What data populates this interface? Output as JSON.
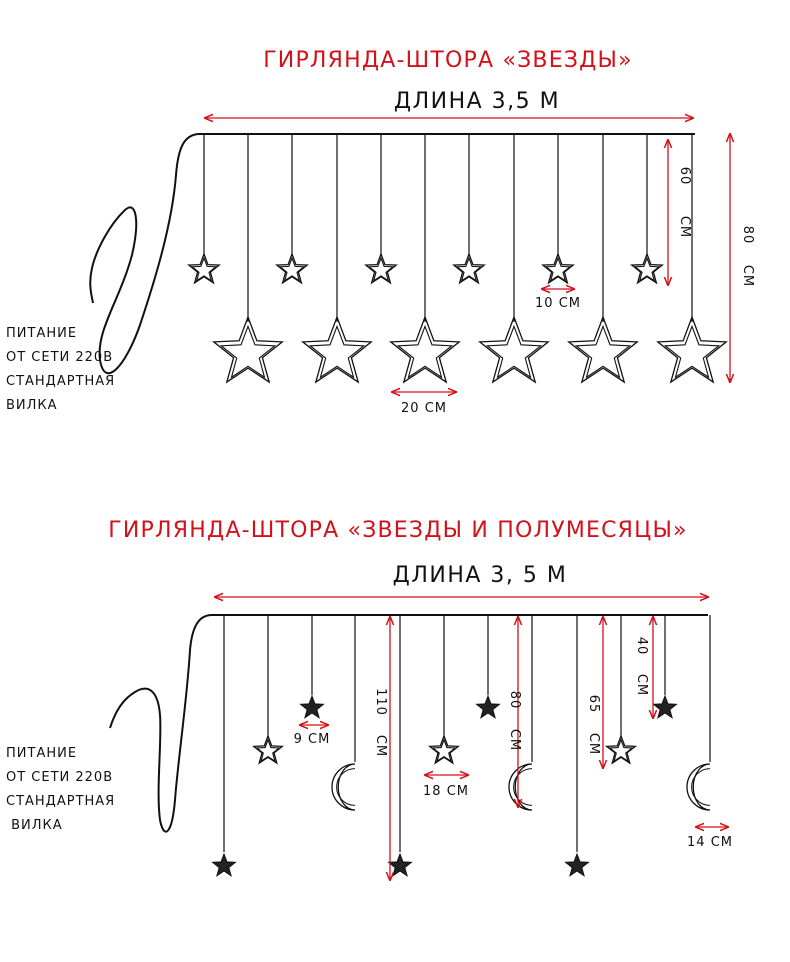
{
  "colors": {
    "title": "#d1121b",
    "arrow": "#d1121b",
    "ink": "#111111"
  },
  "section1": {
    "title": "ГИРЛЯНДА-ШТОРА «ЗВЕЗДЫ»",
    "length_label": "ДЛИНА 3,5 М",
    "dim_short_v": [
      "60",
      "СМ"
    ],
    "dim_long_v": [
      "80",
      "СМ"
    ],
    "dim_small_star": "10 СМ",
    "dim_big_star": "20 СМ",
    "power_note": [
      "ПИТАНИЕ",
      "ОТ СЕТИ 220В",
      "СТАНДАРТНАЯ",
      "ВИЛКА"
    ]
  },
  "section2": {
    "title": "ГИРЛЯНДА-ШТОРА «ЗВЕЗДЫ И ПОЛУМЕСЯЦЫ»",
    "length_label": "ДЛИНА 3, 5 М",
    "dim_110": [
      "110",
      "СМ"
    ],
    "dim_80": [
      "80",
      "СМ"
    ],
    "dim_65": [
      "65",
      "СМ"
    ],
    "dim_40": [
      "40",
      "СМ"
    ],
    "dim_9": "9 СМ",
    "dim_18": "18 СМ",
    "dim_14": "14 СМ",
    "power_note": [
      "ПИТАНИЕ",
      "ОТ СЕТИ 220В",
      "СТАНДАРТНАЯ",
      " ВИЛКА"
    ]
  }
}
